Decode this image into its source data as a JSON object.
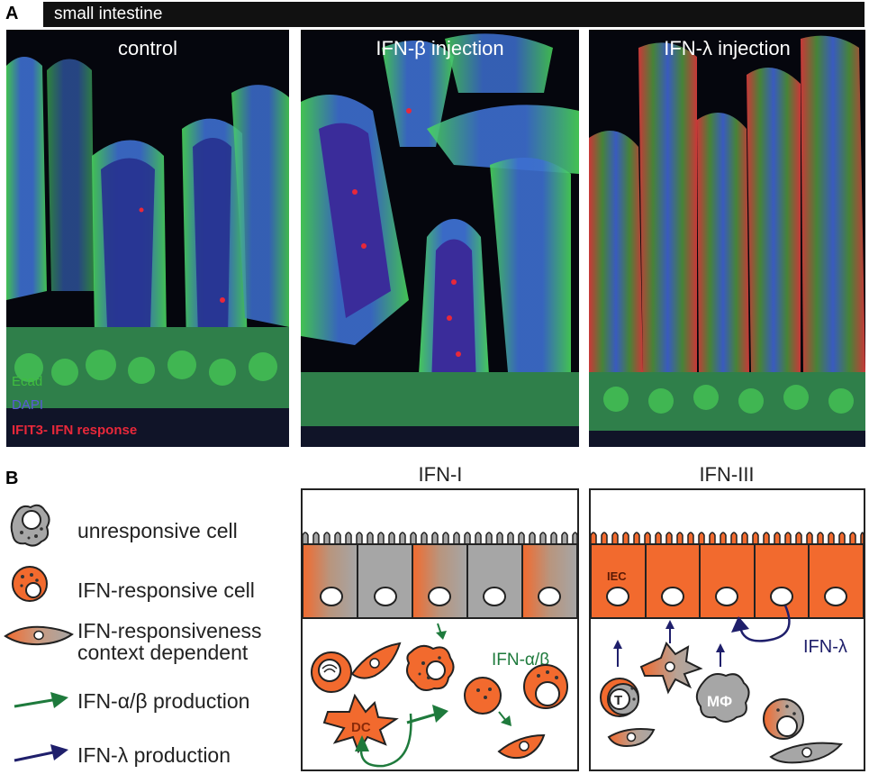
{
  "panel_a": {
    "letter": "A",
    "header": "small intestine",
    "images": [
      {
        "title": "control"
      },
      {
        "title": "IFN-β injection"
      },
      {
        "title": "IFN-λ injection"
      }
    ],
    "stain_legend": [
      {
        "label": "Ecad",
        "color": "#3fbf3f"
      },
      {
        "label": "DAPI",
        "color": "#4b4bcf"
      },
      {
        "label": "IFIT3- IFN response",
        "color": "#e8283a"
      }
    ]
  },
  "panel_b": {
    "letter": "B",
    "legend": [
      {
        "label": "unresponsive cell",
        "icon": "unresponsive-cell-icon"
      },
      {
        "label": "IFN-responsive cell",
        "icon": "responsive-cell-icon"
      },
      {
        "label": "IFN-responsiveness",
        "label2": "context dependent",
        "icon": "context-dependent-cell-icon"
      },
      {
        "label": "IFN-α/β production",
        "icon": "green-arrow-icon"
      },
      {
        "label": "IFN-λ production",
        "icon": "navy-arrow-icon"
      }
    ],
    "ifn1": {
      "title": "IFN-I",
      "cytokine_label": "IFN-α/β",
      "dc_label": "DC"
    },
    "ifn3": {
      "title": "IFN-III",
      "iec_label": "IEC",
      "cytokine_label": "IFN-λ",
      "t_label": "T",
      "mphi_label": "MΦ"
    },
    "colors": {
      "responsive": "#f26a2e",
      "unresponsive": "#a6a6a6",
      "green": "#1e7a3c",
      "navy": "#1f1f6b"
    }
  }
}
